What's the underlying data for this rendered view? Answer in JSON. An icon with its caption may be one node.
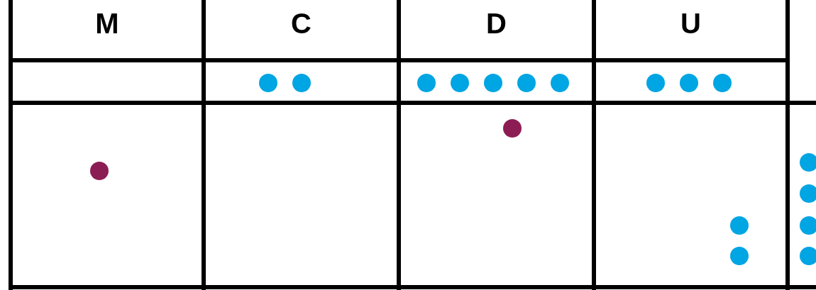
{
  "diagram": {
    "labels": [
      "M",
      "C",
      "D",
      "U"
    ]
  }
}
